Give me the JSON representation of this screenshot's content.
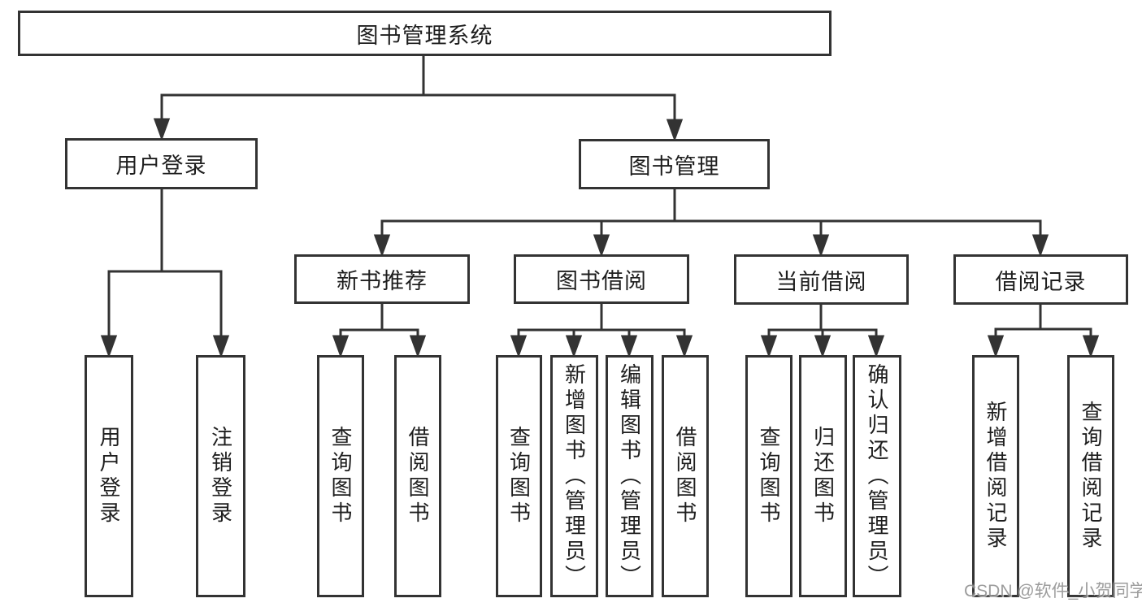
{
  "diagram": {
    "root": {
      "label": "图书管理系统"
    },
    "level2": [
      {
        "label": "用户登录"
      },
      {
        "label": "图书管理"
      }
    ],
    "level3": [
      {
        "label": "新书推荐"
      },
      {
        "label": "图书借阅"
      },
      {
        "label": "当前借阅"
      },
      {
        "label": "借阅记录"
      }
    ],
    "leaves": {
      "user_login": [
        {
          "label": "用户登录"
        },
        {
          "label": "注销登录"
        }
      ],
      "new_book_rec": [
        {
          "label": "查询图书"
        },
        {
          "label": "借阅图书"
        }
      ],
      "book_borrow": [
        {
          "label": "查询图书"
        },
        {
          "label": "新增图书（管理员）"
        },
        {
          "label": "编辑图书（管理员）"
        },
        {
          "label": "借阅图书"
        }
      ],
      "current_borrow": [
        {
          "label": "查询图书"
        },
        {
          "label": "归还图书"
        },
        {
          "label": "确认归还（管理员）"
        }
      ],
      "borrow_records": [
        {
          "label": "新增借阅记录"
        },
        {
          "label": "查询借阅记录"
        }
      ]
    }
  },
  "watermark": {
    "text": "CSDN @软件_小贺同学"
  },
  "colors": {
    "line": "#333333",
    "box_border": "#333333",
    "text": "#1e1e1e",
    "watermark_gray": "#8f8f8f",
    "background": "#ffffff"
  }
}
